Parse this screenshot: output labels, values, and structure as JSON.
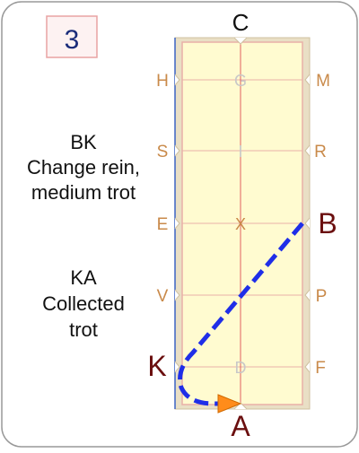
{
  "figure_number": "3",
  "colors": {
    "arena_fill": "#fffbd0",
    "arena_border": "#e9b0a8",
    "surround": "#e9dfc5",
    "side_line": "#3b63c4",
    "centerline": "#e06060",
    "marker_text": "#c98a4a",
    "ghost_letter": "#c8c8c8",
    "emphasis_letter": "#6b0f0f",
    "path": "#1f2ee8",
    "arrow": "#ff8c1a",
    "number_box_fill": "#fdf2f2",
    "number_box_border": "#e9a3a3",
    "number_text": "#1a2c7a",
    "card_border": "#999999"
  },
  "markers": {
    "C": "C",
    "H": "H",
    "S": "S",
    "E": "E",
    "V": "V",
    "K": "K",
    "M": "M",
    "R": "R",
    "B": "B",
    "P": "P",
    "F": "F",
    "A": "A"
  },
  "centerline_letters": {
    "G": "G",
    "I": "I",
    "X": "X",
    "D": "D"
  },
  "instructions": [
    {
      "movement": "BK",
      "lines": [
        "Change rein,",
        "medium trot"
      ]
    },
    {
      "movement": "KA",
      "lines": [
        "Collected",
        "trot"
      ]
    }
  ],
  "path": {
    "description_icons": [
      "dashed-path",
      "arrow-icon"
    ]
  }
}
